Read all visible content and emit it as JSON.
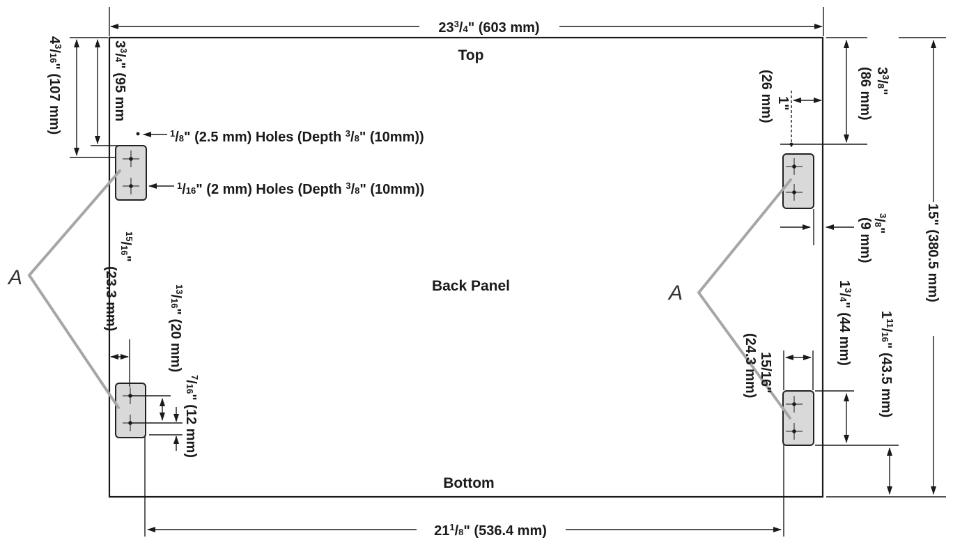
{
  "labels": {
    "top": "Top",
    "bottom": "Bottom",
    "back_panel": "Back Panel",
    "callout_left": "A",
    "callout_right": "A"
  },
  "dimensions": {
    "overall_width": {
      "whole": "23",
      "num": "3",
      "den": "4",
      "rest": "\" (603 mm)"
    },
    "overall_height": "15\" (380.5 mm)",
    "hole_spacing_width": {
      "whole": "21",
      "num": "1",
      "den": "8",
      "rest": "\" (536.4 mm)"
    },
    "left_top_outer": {
      "whole": "4",
      "num": "3",
      "den": "16",
      "rest": "\" (107 mm)"
    },
    "left_top_inner": {
      "whole": "3",
      "num": "3",
      "den": "4",
      "rest": "\" (95 mm"
    },
    "hole_large": {
      "num": "1",
      "den": "8",
      "rest": "\" (2.5 mm) Holes (Depth ",
      "dnum": "3",
      "dden": "8",
      "tail": "\" (10mm))"
    },
    "hole_small": {
      "num": "1",
      "den": "16",
      "rest": "\" (2 mm) Holes (Depth ",
      "dnum": "3",
      "dden": "8",
      "tail": "\" (10mm))"
    },
    "left_side_offset_in": {
      "num": "15",
      "den": "16",
      "rest": "\""
    },
    "left_side_offset_mm": "(23.3 mm)",
    "left_hole_spacing_in": {
      "num": "13",
      "den": "16",
      "rest": "\" (20 mm)"
    },
    "left_hole_pitch": {
      "num": "7",
      "den": "16",
      "rest": "\" (12 mm)"
    },
    "right_top_in": {
      "whole": "3",
      "num": "3",
      "den": "8",
      "rest": "\""
    },
    "right_top_mm": "(86 mm)",
    "right_edge_in": "1\"",
    "right_edge_mm": "(26 mm)",
    "right_inset_in": {
      "num": "3",
      "den": "8",
      "rest": "\""
    },
    "right_inset_mm": "(9 mm)",
    "right_bracket_gap": {
      "whole": "1",
      "num": "3",
      "den": "4",
      "rest": "\" (44 mm)"
    },
    "right_bottom": {
      "whole": "1",
      "num": "11",
      "den": "16",
      "rest": "\" (43.5 mm)"
    },
    "right_bracket_width_in": "15/16\"",
    "right_bracket_width_mm": "(24.3 mm)"
  }
}
